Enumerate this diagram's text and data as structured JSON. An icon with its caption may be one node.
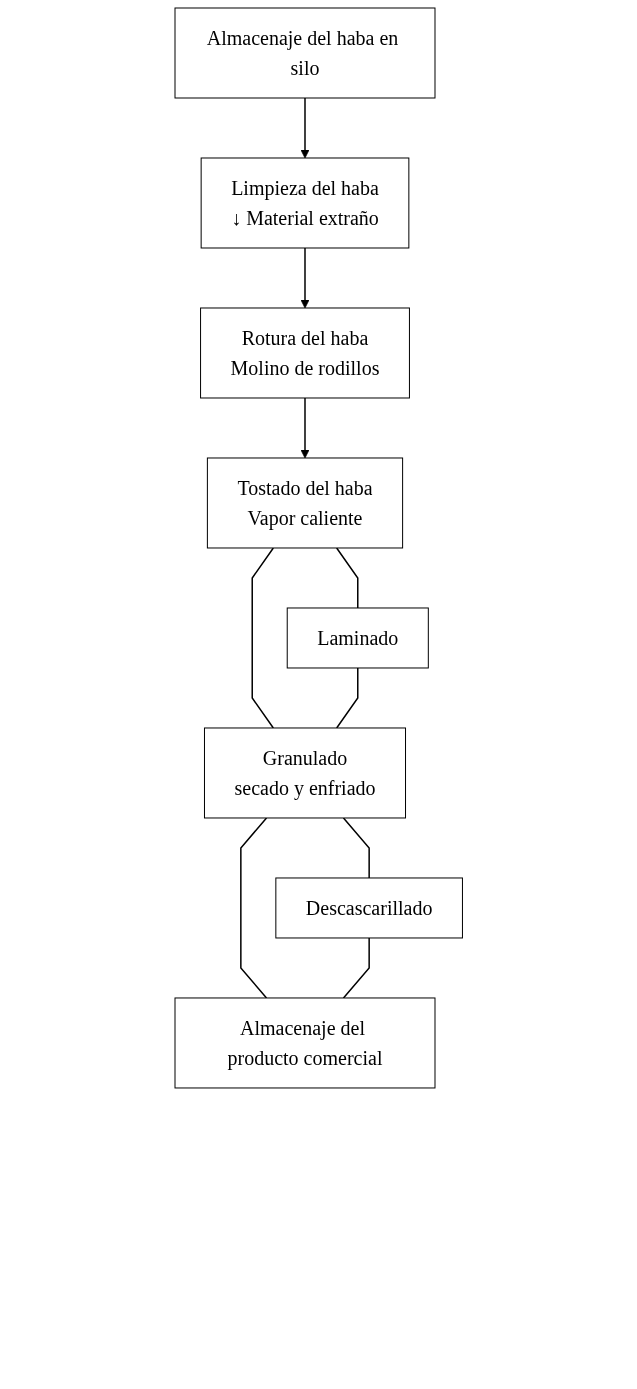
{
  "diagram": {
    "nodes": [
      {
        "text": [
          "Almacenaje del haba en silo"
        ]
      },
      {
        "text": [
          "Limpieza del haba",
          "↓ Material extraño"
        ]
      },
      {
        "text": [
          "Rotura del haba",
          "Molino de rodillos"
        ]
      },
      {
        "text": [
          "Tostado del haba",
          "Vapor caliente"
        ]
      },
      {
        "text": [
          "Laminado"
        ]
      },
      {
        "text": [
          "Granulado",
          "secado y enfriado"
        ]
      },
      {
        "text": [
          "Descascarillado"
        ]
      },
      {
        "text": [
          "Almacenaje del producto comercial"
        ]
      }
    ],
    "edges": [
      {
        "from": 0,
        "to": 1,
        "arrow": "to"
      },
      {
        "from": 1,
        "to": 2,
        "arrow": "to"
      },
      {
        "from": 2,
        "to": 3,
        "arrow": "to"
      },
      {
        "from": 3,
        "to": 5,
        "arrow": "none"
      },
      {
        "from": 3,
        "to": 4,
        "arrow": "none"
      },
      {
        "from": 4,
        "to": 5,
        "arrow": "none"
      },
      {
        "from": 5,
        "to": 7,
        "arrow": "none"
      },
      {
        "from": 5,
        "to": 6,
        "arrow": "none"
      },
      {
        "from": 6,
        "to": 7,
        "arrow": "none"
      }
    ]
  }
}
